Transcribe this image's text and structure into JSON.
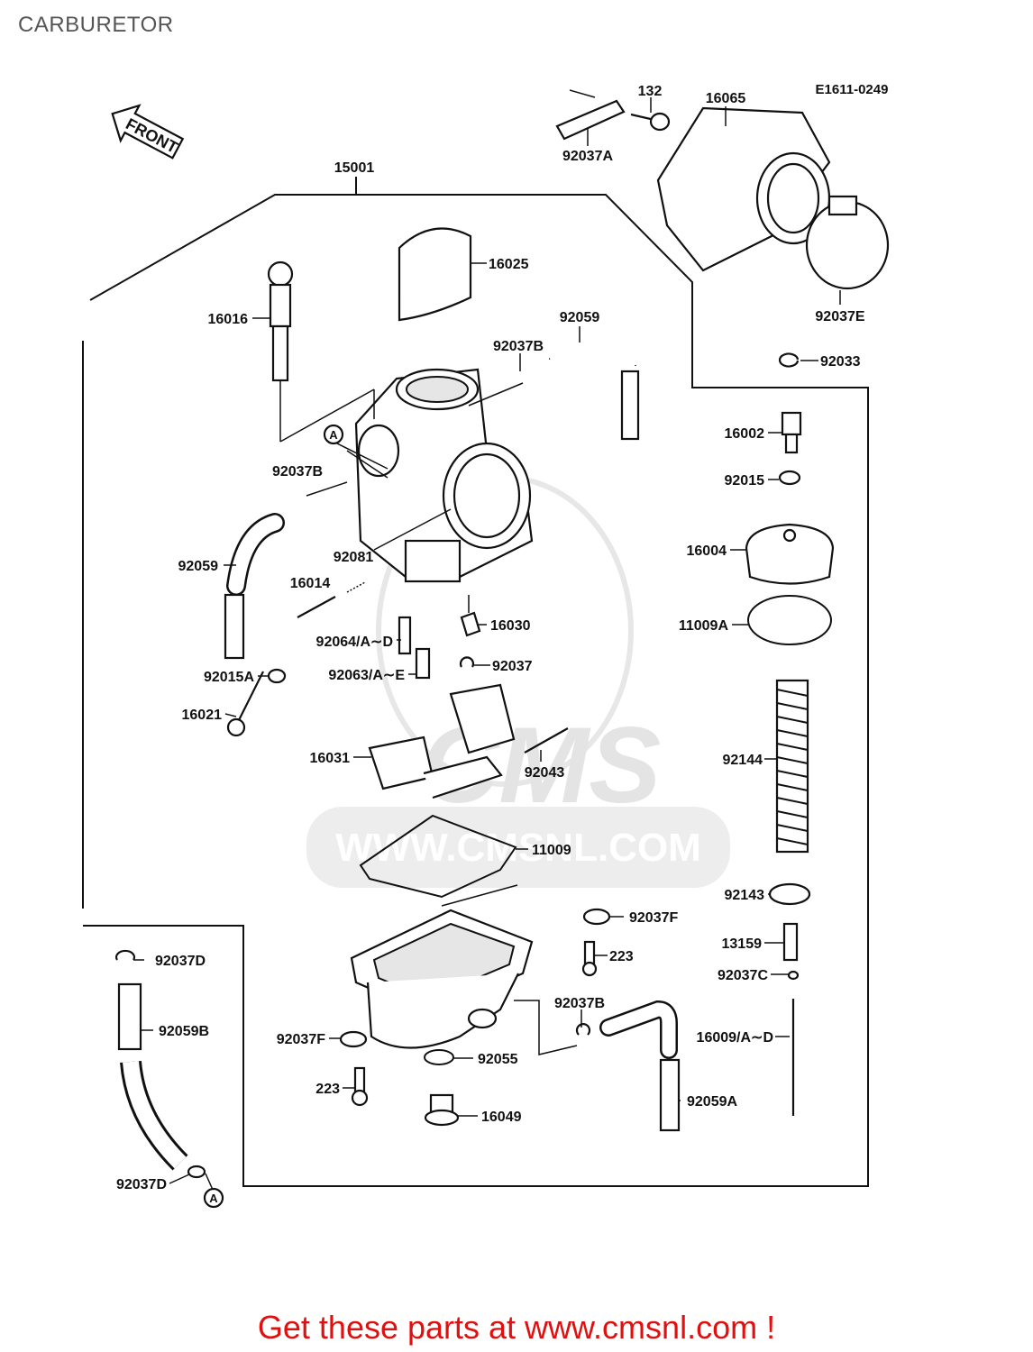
{
  "page": {
    "title": "CARBURETOR",
    "footer": "Get these parts at www.cmsnl.com !"
  },
  "diagram": {
    "ref_code": "E1611-0249",
    "direction_label": "FRONT",
    "marker_label": "A",
    "watermark_brand": "CMS",
    "watermark_url": "WWW.CMSNL.COM",
    "colors": {
      "line": "#111111",
      "watermark": "#e7e7e7",
      "footer": "#e01010",
      "title": "#555555"
    },
    "parts": [
      "132",
      "16065",
      "92037A",
      "15001",
      "16025",
      "16016",
      "92059",
      "92037B",
      "92037E",
      "92033",
      "16002",
      "92037B",
      "92015",
      "16004",
      "92059",
      "92081",
      "16014",
      "16030",
      "11009A",
      "92064/A∼D",
      "92015A",
      "92063/A∼E",
      "92037",
      "16021",
      "16031",
      "92043",
      "92144",
      "11009",
      "92143",
      "92037F",
      "92037D",
      "223",
      "13159",
      "92037C",
      "92059B",
      "92037B",
      "16009/A∼D",
      "92037F",
      "92055",
      "223",
      "92059A",
      "16049",
      "92037D"
    ]
  }
}
